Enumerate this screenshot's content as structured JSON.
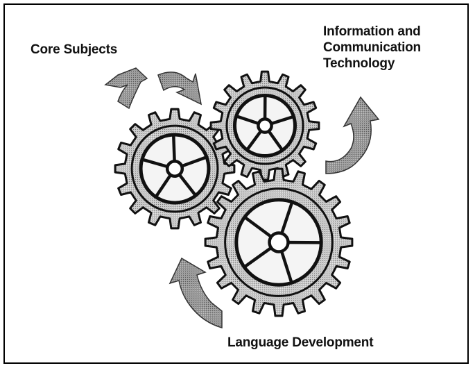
{
  "labels": {
    "core_subjects": "Core Subjects",
    "ict": [
      "Information and",
      "Communication",
      "Technology"
    ],
    "language_development": "Language Development"
  },
  "colors": {
    "gear_fill": "#bdbdbd",
    "gear_stroke": "#111111",
    "arrow_fill": "#9e9e9e",
    "border": "#000000"
  },
  "icons": [
    "gear-icon",
    "cycle-arrow-icon"
  ]
}
